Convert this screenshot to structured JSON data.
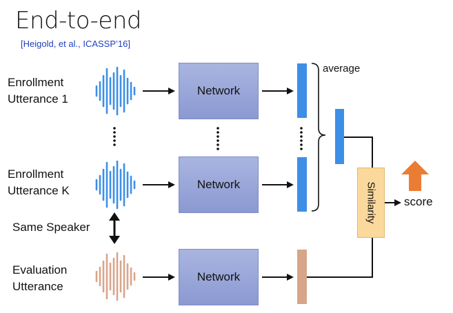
{
  "title": "End-to-end",
  "citation": "[Heigold, et al., ICASSP’16]",
  "inputs": [
    {
      "line1": "Enrollment",
      "line2": "Utterance 1",
      "waveform_color": "#3d8fe6"
    },
    {
      "line1": "Enrollment",
      "line2": "Utterance K",
      "waveform_color": "#3d8fe6"
    },
    {
      "line1": "Evaluation",
      "line2": "Utterance",
      "waveform_color": "#d8a58a"
    }
  ],
  "network_label": "Network",
  "same_speaker_label": "Same Speaker",
  "average_label": "average",
  "similarity_label": "Similarity",
  "score_label": "score",
  "colors": {
    "enrollment_embedding": "#3d8fe6",
    "evaluation_embedding": "#d8a58a",
    "network_box": "#97a4d8",
    "similarity_box": "#fbd99c",
    "score_arrow": "#ea7c33"
  }
}
